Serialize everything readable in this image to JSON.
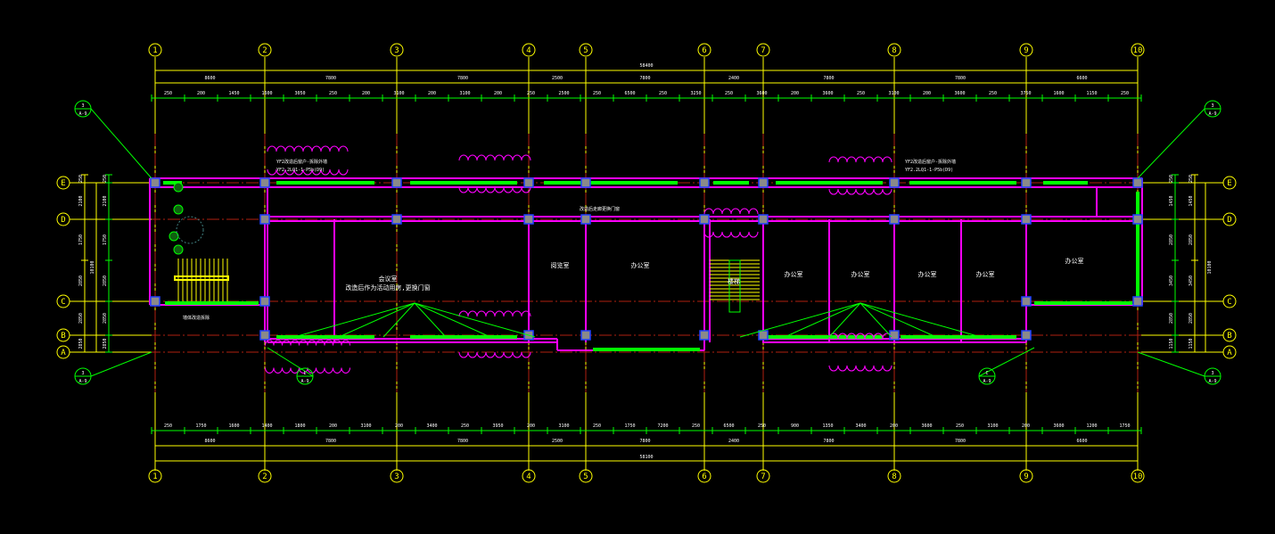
{
  "drawing": {
    "columns": [
      "1",
      "2",
      "3",
      "4",
      "5",
      "6",
      "7",
      "8",
      "9",
      "10"
    ],
    "rows": [
      "E",
      "D",
      "C",
      "B",
      "A"
    ],
    "overall_top": "58400",
    "overall_bottom": "58100",
    "bays_top": [
      "8600",
      "7800",
      "7800",
      "2500",
      "7800",
      "2400",
      "7800",
      "7800",
      "6600"
    ],
    "bays_bottom": [
      "8600",
      "7800",
      "7800",
      "2500",
      "7800",
      "2400",
      "7800",
      "7800",
      "6600"
    ],
    "detail_top": [
      "250",
      "200",
      "1450",
      "1600",
      "3050",
      "250",
      "200",
      "3100",
      "200",
      "3100",
      "200",
      "250",
      "2500",
      "250",
      "6500",
      "250",
      "3250",
      "250",
      "3600",
      "200",
      "3600",
      "250",
      "3100",
      "200",
      "3600",
      "250",
      "3750",
      "1600",
      "1150",
      "250"
    ],
    "detail_bottom": [
      "250",
      "1750",
      "1600",
      "1400",
      "1800",
      "200",
      "3100",
      "200",
      "3400",
      "250",
      "3950",
      "200",
      "3100",
      "250",
      "1750",
      "7200",
      "250",
      "6500",
      "250",
      "900",
      "1350",
      "3400",
      "200",
      "3600",
      "250",
      "3100",
      "200",
      "3600",
      "1200",
      "1750"
    ],
    "left_dims": [
      "250",
      "2100",
      "1750",
      "2850",
      "2850",
      "2850",
      "1800",
      "10100"
    ],
    "right_dims": [
      "250",
      "1450",
      "2850",
      "3450",
      "2850",
      "1150",
      "250",
      "10100"
    ],
    "rooms": [
      {
        "name": "会议室",
        "sub": "改造后作为活动用房,更换门窗"
      },
      {
        "name": "阅览室"
      },
      {
        "name": "办公室"
      },
      {
        "name": "办公室"
      },
      {
        "name": "办公室"
      },
      {
        "name": "办公室"
      },
      {
        "name": "办公室"
      },
      {
        "name": "楼梯"
      },
      {
        "name": "办公室"
      }
    ],
    "notes": [
      "YF2改造后窗户-拆除外墙",
      "YF2.2LQ1-1-P5b(D9)",
      "YF2改造后窗户-拆除外墙",
      "YF2.2LQ1-1-P5b(D9)",
      "墙体改造拆除",
      "改造后走廊更换门窗"
    ],
    "callouts": {
      "tl": {
        "num": "3",
        "sheet": "A-9"
      },
      "tr": {
        "num": "3",
        "sheet": "A-9"
      },
      "bl": {
        "num": "3",
        "sheet": "A-9"
      },
      "br": {
        "num": "3",
        "sheet": "A-9"
      },
      "c1": {
        "num": "L",
        "sheet": "A-9"
      },
      "c2": {
        "num": "C",
        "sheet": "A-9"
      }
    }
  }
}
